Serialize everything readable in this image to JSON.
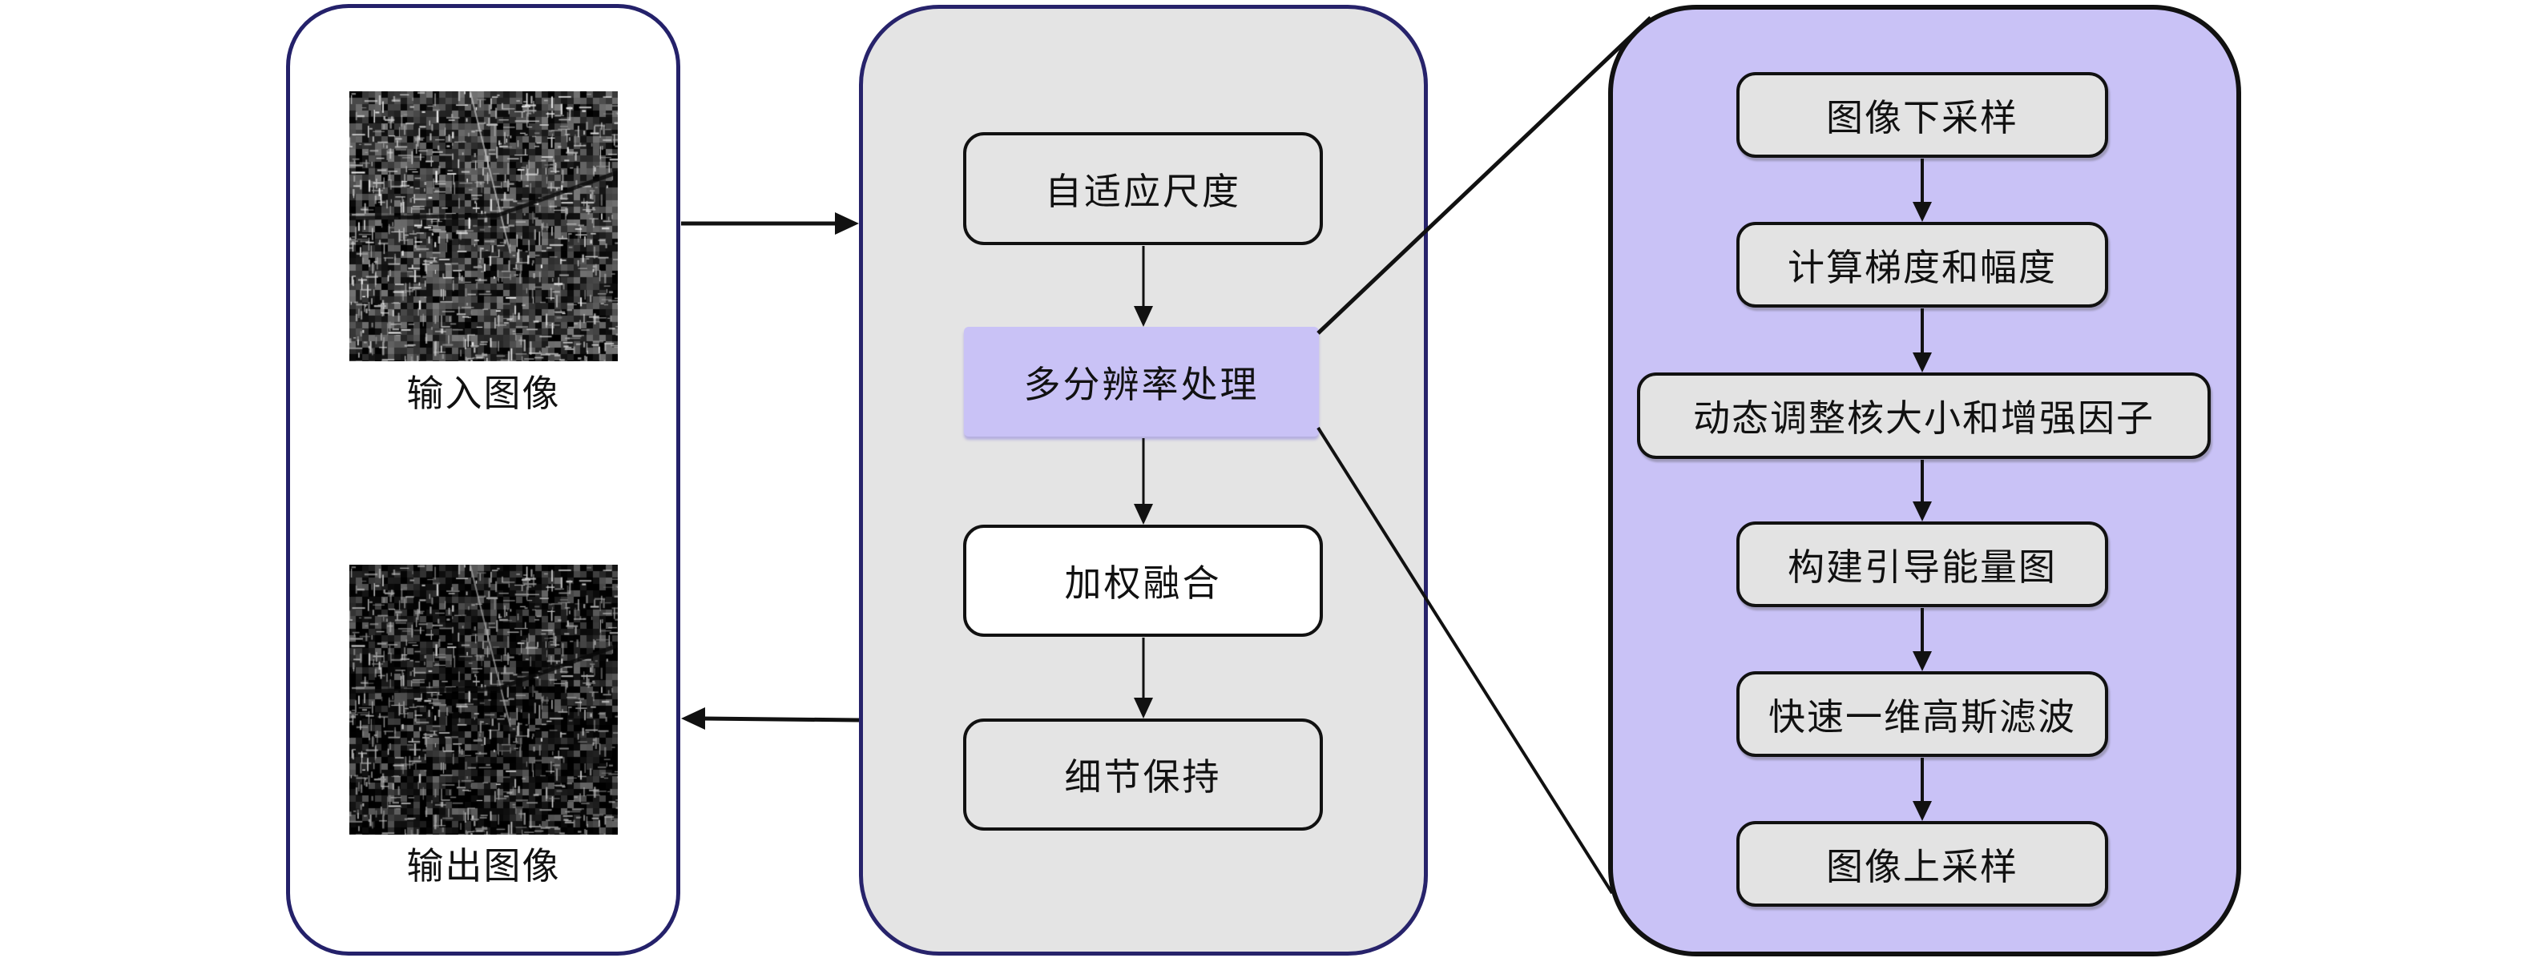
{
  "left_panel": {
    "input_image": {
      "label": "输入图像",
      "kind": "grayscale-satellite-image"
    },
    "output_image": {
      "label": "输出图像",
      "kind": "grayscale-satellite-image-enhanced"
    }
  },
  "middle_panel": {
    "steps": [
      {
        "label": "自适应尺度",
        "style": "rounded-gray"
      },
      {
        "label": "多分辨率处理",
        "style": "highlight-lavender"
      },
      {
        "label": "加权融合",
        "style": "rounded-white"
      },
      {
        "label": "细节保持",
        "style": "rounded-gray"
      }
    ]
  },
  "right_panel": {
    "expands": "多分辨率处理",
    "steps": [
      {
        "label": "图像下采样"
      },
      {
        "label": "计算梯度和幅度"
      },
      {
        "label": "动态调整核大小和增强因子"
      },
      {
        "label": "构建引导能量图"
      },
      {
        "label": "快速一维高斯滤波"
      },
      {
        "label": "图像上采样"
      }
    ]
  },
  "connections": [
    {
      "from": "input_image",
      "to": "middle_panel",
      "direction": "right"
    },
    {
      "from": "middle_panel",
      "to": "output_image",
      "direction": "left"
    },
    {
      "from": "自适应尺度",
      "to": "多分辨率处理"
    },
    {
      "from": "多分辨率处理",
      "to": "加权融合"
    },
    {
      "from": "加权融合",
      "to": "细节保持"
    },
    {
      "from": "多分辨率处理",
      "to": "right_panel",
      "type": "zoom-expansion-lines"
    }
  ],
  "colors": {
    "panel_border_navy": "#24216a",
    "middle_panel_bg": "#e4e4e4",
    "lavender": "#c9c2f6",
    "node_gray": "#e3e3e3",
    "line": "#111111"
  }
}
